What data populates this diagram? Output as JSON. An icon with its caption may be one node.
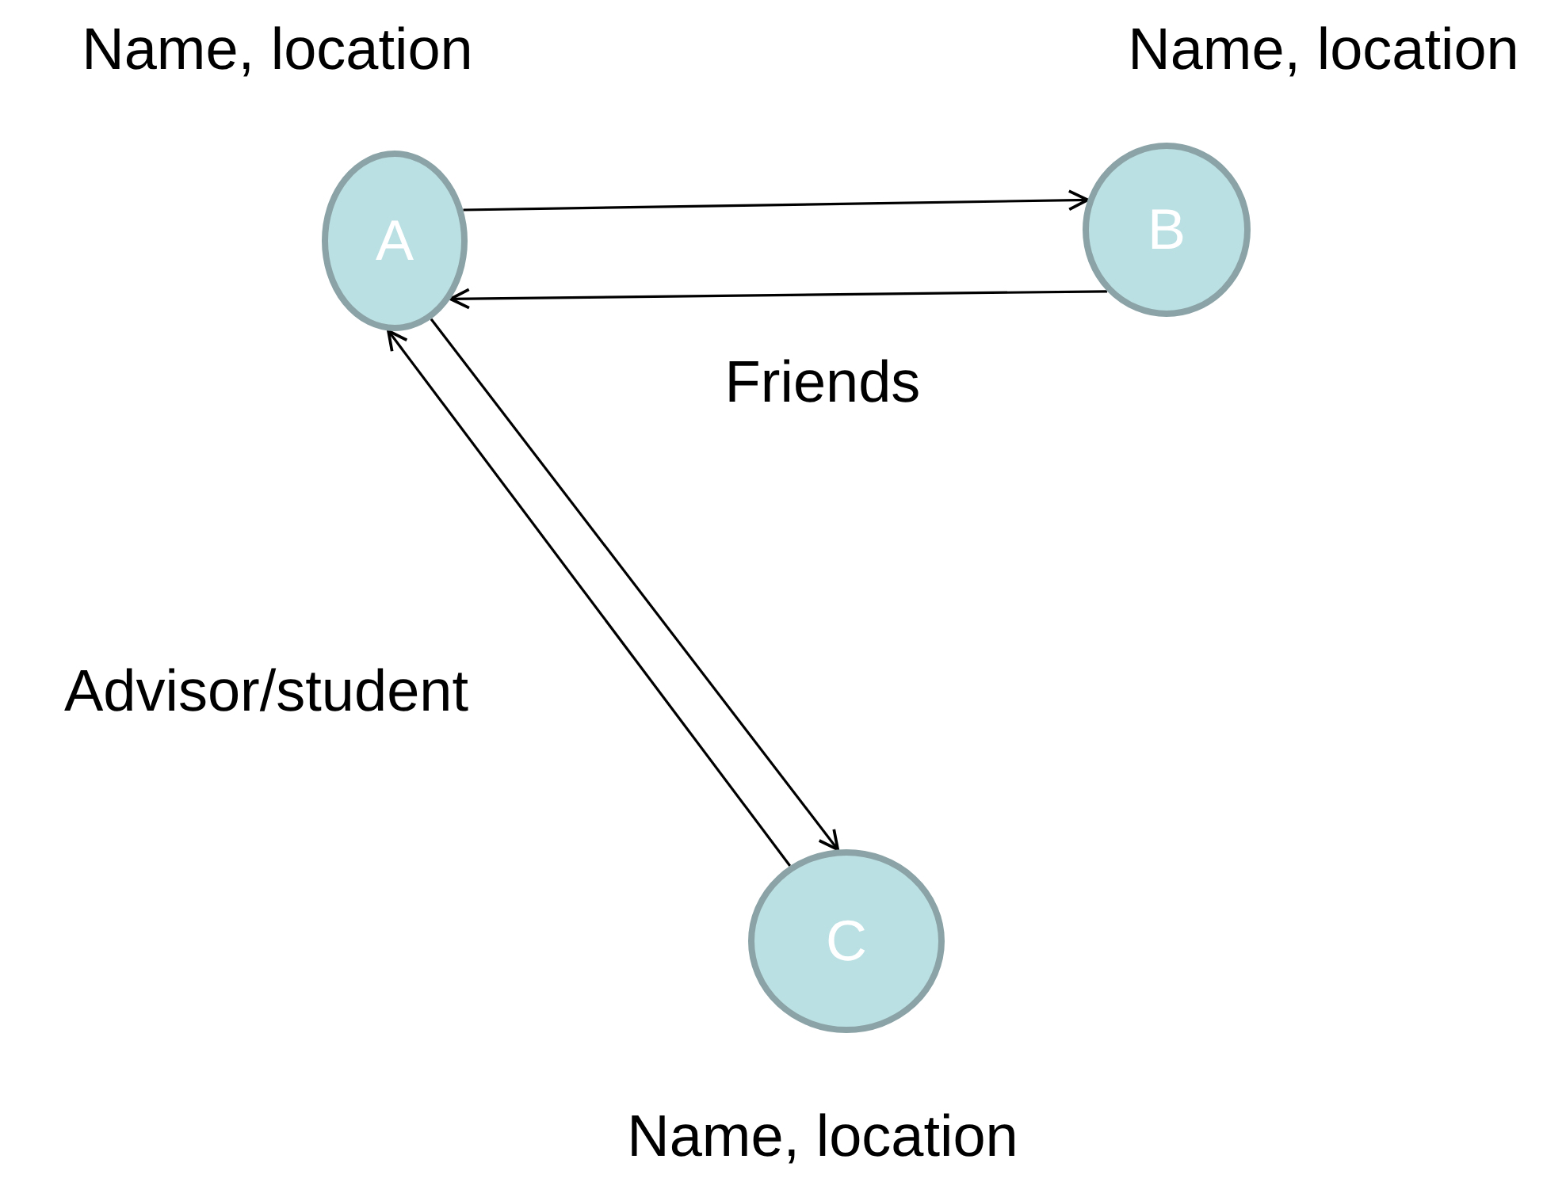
{
  "diagram": {
    "nodes": [
      {
        "text": [
          "A"
        ],
        "beside": [
          "Name, location"
        ]
      },
      {
        "text": [
          "B"
        ],
        "beside": [
          "Name, location"
        ]
      },
      {
        "text": [
          "C"
        ],
        "beside": [
          "Name, location"
        ]
      }
    ],
    "edges": [
      {
        "from": 0,
        "to": 1,
        "arrow": "to"
      },
      {
        "from": 1,
        "to": 0,
        "arrow": "to"
      },
      {
        "from": 2,
        "to": 0,
        "arrow": "to"
      },
      {
        "from": 0,
        "to": 2,
        "arrow": "to"
      }
    ],
    "labels": [
      "Friends",
      "Advisor/student"
    ]
  }
}
